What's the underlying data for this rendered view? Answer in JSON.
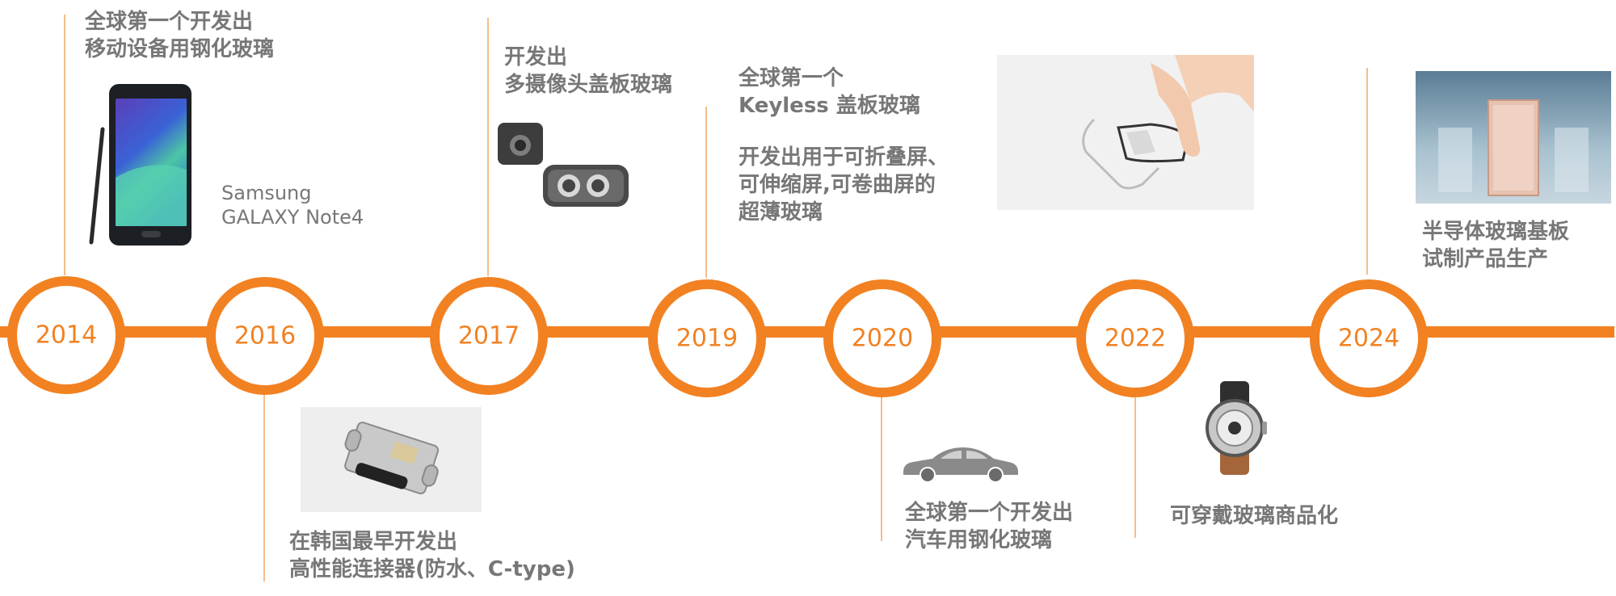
{
  "colors": {
    "accent": "#f28122",
    "connector": "#f5bd8c",
    "text": "#777777"
  },
  "milestones": [
    {
      "year": "2014",
      "lines": [
        "全球第一个开发出",
        "移动设备用钢化玻璃"
      ],
      "image": "galaxy-note4-phone-image",
      "image_label": [
        "Samsung",
        "GALAXY Note4"
      ]
    },
    {
      "year": "2016",
      "lines": [
        "在韩国最早开发出",
        "高性能连接器(防水、C-type)"
      ],
      "image": "usb-c-connector-image"
    },
    {
      "year": "2017",
      "lines": [
        "开发出",
        "多摄像头盖板玻璃"
      ],
      "image": "camera-cover-glass-image"
    },
    {
      "year": "2019",
      "lines": [
        "全球第一个",
        "Keyless 盖板玻璃"
      ],
      "extra_lines": [
        "开发出用于可折叠屏、",
        "可伸缩屏,可卷曲屏的",
        "超薄玻璃"
      ]
    },
    {
      "year": "2020",
      "image": "flexible-glass-hand-image",
      "lines": [
        "全球第一个开发出",
        "汽车用钢化玻璃"
      ],
      "icon": "car-icon"
    },
    {
      "year": "2022",
      "lines": [
        "可穿戴玻璃商品化"
      ],
      "image": "smartwatch-image"
    },
    {
      "year": "2024",
      "lines": [
        "半导体玻璃基板",
        "试制产品生产"
      ],
      "image": "glass-substrate-image"
    }
  ]
}
